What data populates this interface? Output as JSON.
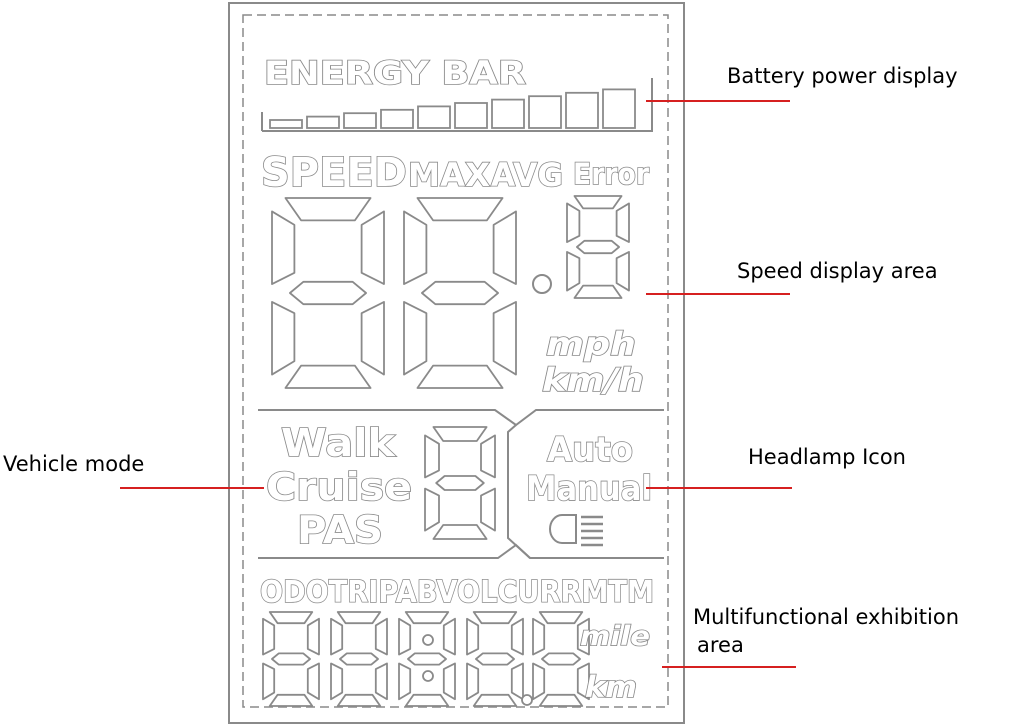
{
  "lcd": {
    "energy_bar_label": "ENERGY BAR",
    "speed_indicators": {
      "speed": "SPEED",
      "max": "MAX",
      "avg": "AVG",
      "error": "Error"
    },
    "speed_digits": "88.8",
    "speed_units": {
      "mph": "mph",
      "kmh": "km/h"
    },
    "modes": {
      "walk": "Walk",
      "cruise": "Cruise",
      "pas": "PAS"
    },
    "light_modes": {
      "auto": "Auto",
      "manual": "Manual"
    },
    "info_labels": "ODOTRIPABVOLCURRMTM",
    "info_units": {
      "mile": "mile",
      "km": "km"
    }
  },
  "callouts": {
    "battery": "Battery power display",
    "speed": "Speed display area",
    "vehicle_mode": "Vehicle mode",
    "headlamp": "Headlamp Icon",
    "multifunctional_line1": "Multifunctional exhibition",
    "multifunctional_line2": "area"
  },
  "colors": {
    "outline": "#8a8a8a",
    "callout_line": "#d62020",
    "callout_text": "#000000"
  }
}
